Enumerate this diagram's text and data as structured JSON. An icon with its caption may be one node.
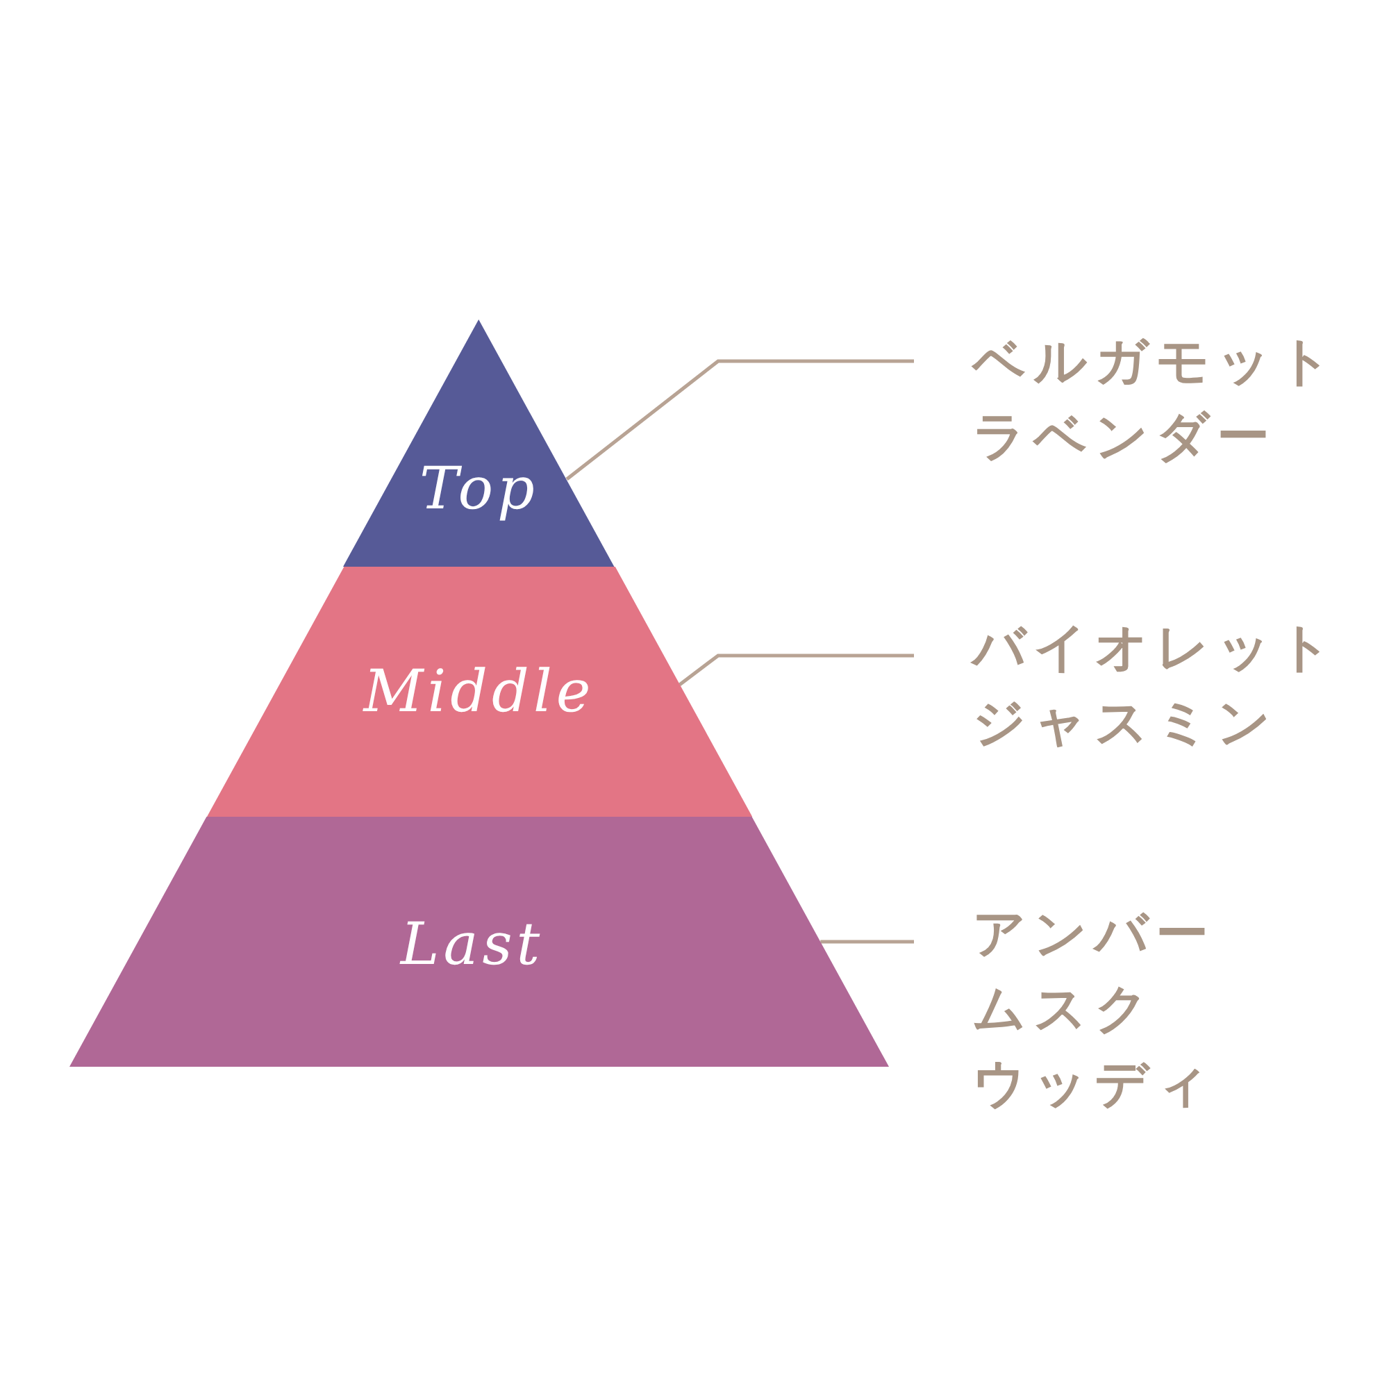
{
  "diagram": {
    "nodes": [
      {
        "text": [
          "Top"
        ]
      },
      {
        "text": [
          "Middle"
        ]
      },
      {
        "text": [
          "Last"
        ]
      },
      {
        "text": [
          "ベルガモット",
          "ラベンダー"
        ]
      },
      {
        "text": [
          "バイオレット",
          "ジャスミン"
        ]
      },
      {
        "text": [
          "アンバー",
          "ムスク",
          "ウッディ"
        ]
      }
    ],
    "edges": [
      {
        "from": 3,
        "to": 0,
        "arrow": "none"
      },
      {
        "from": 4,
        "to": 1,
        "arrow": "none"
      },
      {
        "from": 5,
        "to": 2,
        "arrow": "none"
      }
    ]
  }
}
